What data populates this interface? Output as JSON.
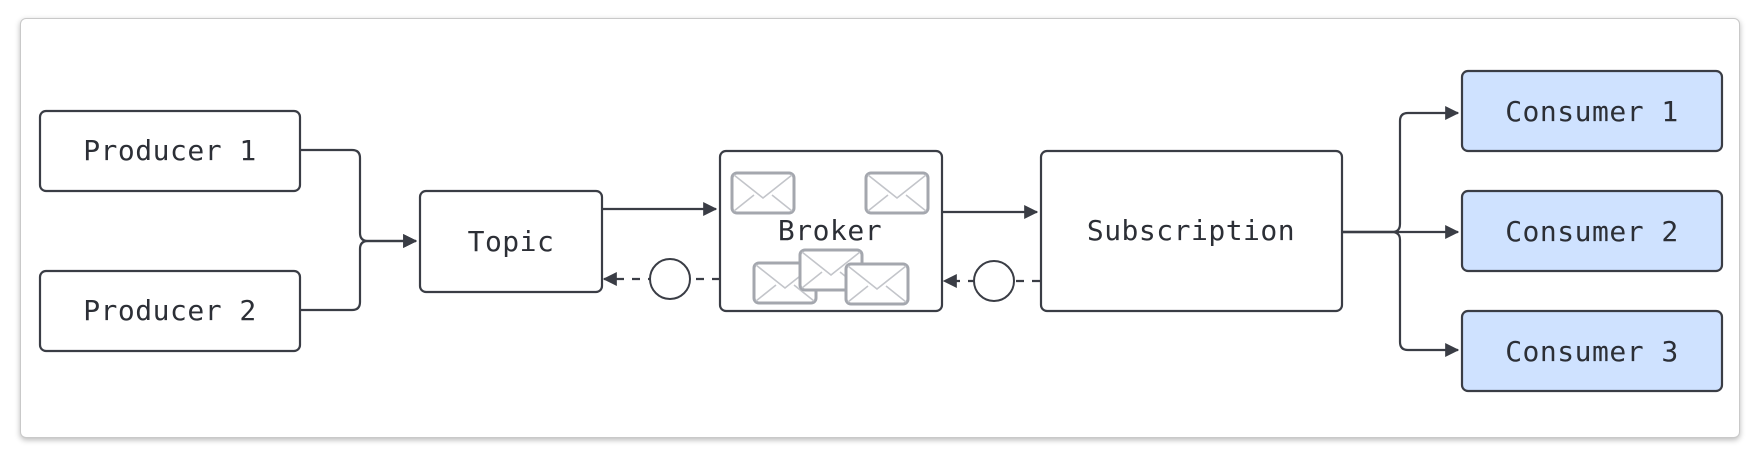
{
  "diagram": {
    "type": "pub-sub-flow",
    "nodes": {
      "producer_1": "Producer 1",
      "producer_2": "Producer 2",
      "topic": "Topic",
      "broker": "Broker",
      "subscription": "Subscription",
      "consumer_1": "Consumer 1",
      "consumer_2": "Consumer 2",
      "consumer_3": "Consumer 3"
    },
    "edges": [
      {
        "from": "Producer 1",
        "to": "Topic",
        "style": "solid"
      },
      {
        "from": "Producer 2",
        "to": "Topic",
        "style": "solid"
      },
      {
        "from": "Topic",
        "to": "Broker",
        "style": "solid"
      },
      {
        "from": "Broker",
        "to": "Topic",
        "style": "dashed",
        "marker": "circle"
      },
      {
        "from": "Broker",
        "to": "Subscription",
        "style": "solid"
      },
      {
        "from": "Subscription",
        "to": "Broker",
        "style": "dashed",
        "marker": "circle"
      },
      {
        "from": "Subscription",
        "to": "Consumer 1",
        "style": "solid"
      },
      {
        "from": "Subscription",
        "to": "Consumer 2",
        "style": "solid"
      },
      {
        "from": "Subscription",
        "to": "Consumer 3",
        "style": "solid"
      }
    ],
    "colors": {
      "consumer_fill": "#cfe2ff",
      "stroke": "#3a3d45",
      "envelope": "#a4a7ae",
      "background": "#ffffff"
    },
    "icons": [
      "envelope-icon",
      "acknowledgement-circle-icon"
    ]
  }
}
